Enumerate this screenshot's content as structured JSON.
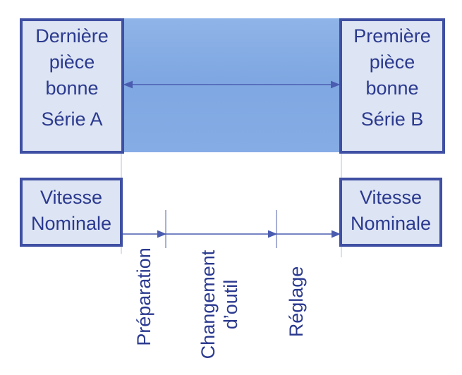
{
  "left_top_box": {
    "lines": [
      "Dernière",
      "pièce",
      "bonne"
    ],
    "series": "Série A"
  },
  "right_top_box": {
    "lines": [
      "Première",
      "pièce",
      "bonne"
    ],
    "series": "Série B"
  },
  "left_bottom_box": {
    "lines": [
      "Vitesse",
      "Nominale"
    ]
  },
  "right_bottom_box": {
    "lines": [
      "Vitesse",
      "Nominale"
    ]
  },
  "steps": {
    "preparation": "Préparation",
    "changement_line1": "Changement",
    "changement_line2": "d’outil",
    "reglage": "Réglage"
  },
  "colors": {
    "box_border": "#3f4fa3",
    "box_fill": "#dde4f3",
    "band_fill": "#86ace5",
    "text": "#2b3a8f",
    "arrow": "#4a5cb0"
  }
}
